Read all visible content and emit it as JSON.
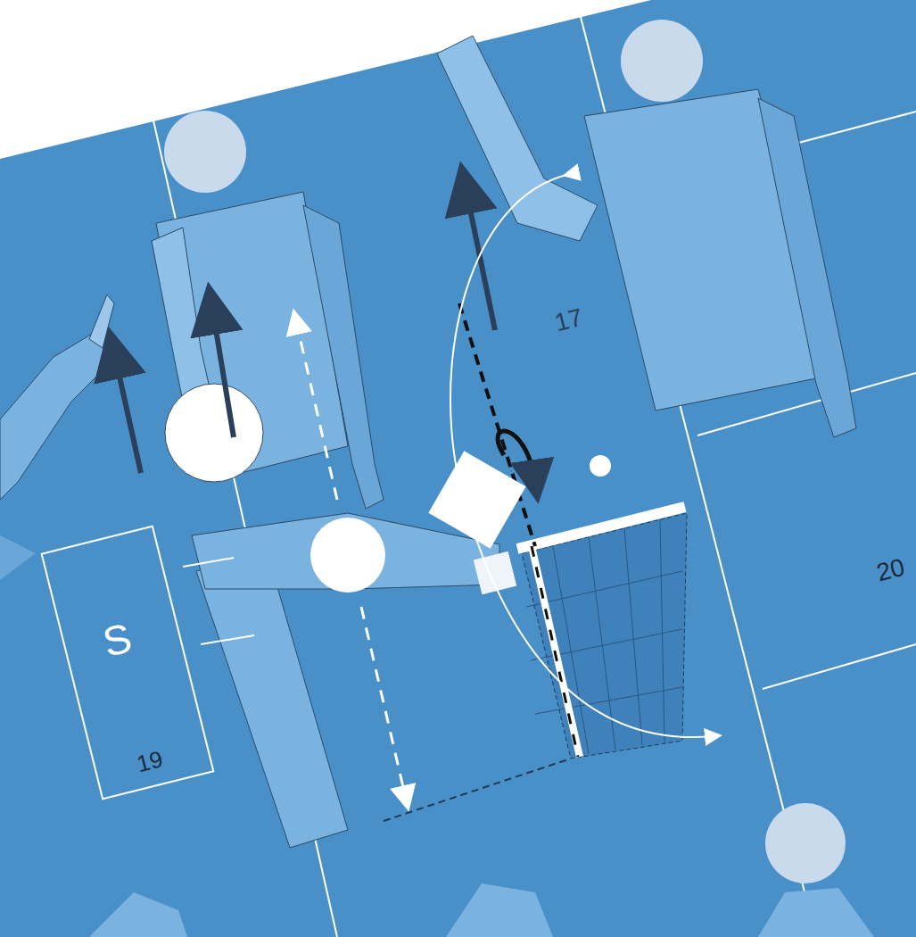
{
  "diagram": {
    "nodes": [
      {
        "text": [
          "S",
          "19"
        ]
      }
    ],
    "labels": [
      "17",
      "20"
    ]
  }
}
